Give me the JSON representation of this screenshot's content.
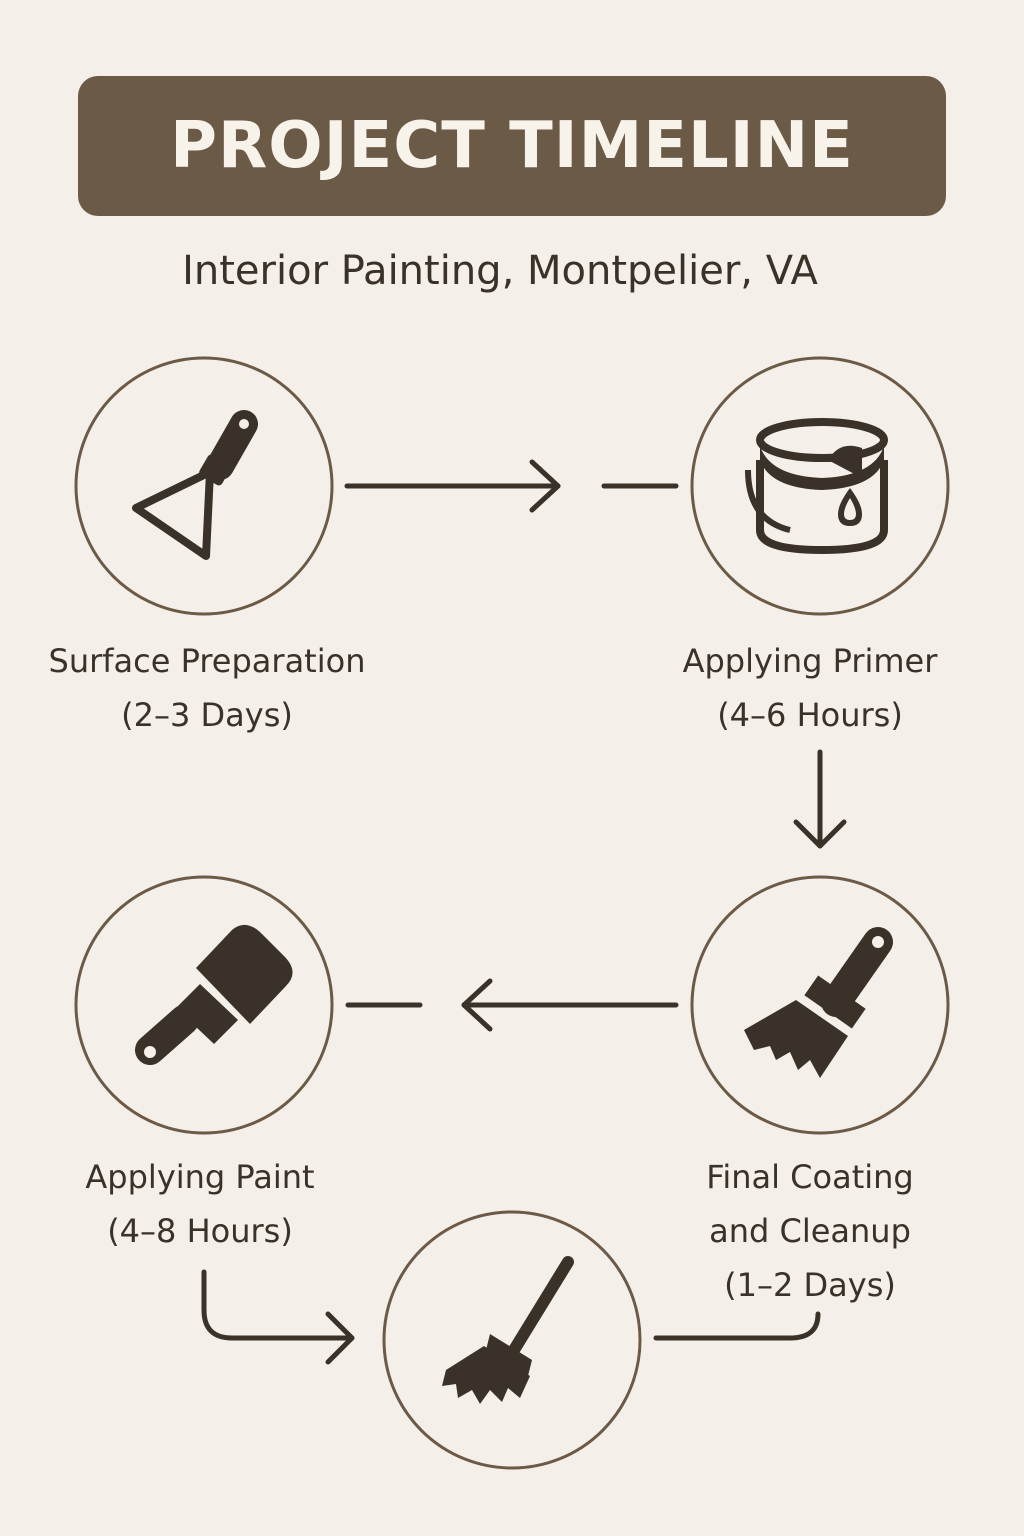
{
  "title": "PROJECT TIMELINE",
  "subtitle": "Interior Painting, Montpelier, VA",
  "colors": {
    "background": "#f4efe8",
    "banner": "#6b5a46",
    "banner_text": "#f7f2ea",
    "ink": "#3a3128"
  },
  "steps": [
    {
      "icon": "putty-knife-icon",
      "name": "Surface Preparation",
      "duration": "(2–3 Days)"
    },
    {
      "icon": "paint-can-icon",
      "name": "Applying Primer",
      "duration": "(4–6 Hours)"
    },
    {
      "icon": "paintbrush-icon",
      "name": "Final Coating",
      "name_line2": "and Cleanup",
      "duration": "(1–2 Days)"
    },
    {
      "icon": "wide-brush-icon",
      "name": "Applying Paint",
      "duration": "(4–8 Hours)"
    },
    {
      "icon": "broom-icon"
    }
  ]
}
